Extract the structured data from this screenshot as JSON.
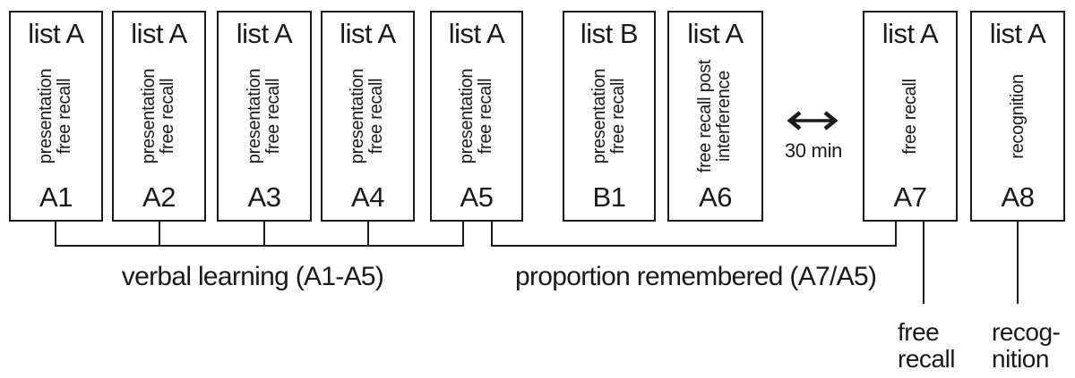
{
  "figure": {
    "stages": [
      {
        "list_label": "list A",
        "task_lines": [
          "presentation",
          "free recall"
        ],
        "trial_label": "A1"
      },
      {
        "list_label": "list A",
        "task_lines": [
          "presentation",
          "free recall"
        ],
        "trial_label": "A2"
      },
      {
        "list_label": "list A",
        "task_lines": [
          "presentation",
          "free recall"
        ],
        "trial_label": "A3"
      },
      {
        "list_label": "list A",
        "task_lines": [
          "presentation",
          "free recall"
        ],
        "trial_label": "A4"
      },
      {
        "list_label": "list A",
        "task_lines": [
          "presentation",
          "free recall"
        ],
        "trial_label": "A5"
      },
      {
        "list_label": "list B",
        "task_lines": [
          "presentation",
          "free recall"
        ],
        "trial_label": "B1"
      },
      {
        "list_label": "list A",
        "task_lines": [
          "free recall post",
          "interference"
        ],
        "trial_label": "A6"
      },
      {
        "list_label": "list A",
        "task_lines": [
          "free recall"
        ],
        "trial_label": "A7"
      },
      {
        "list_label": "list A",
        "task_lines": [
          "recognition"
        ],
        "trial_label": "A8"
      }
    ],
    "delay": {
      "label": "30 min",
      "icon": "double-arrow-icon"
    },
    "measures": {
      "verbal_learning": "verbal learning (A1-A5)",
      "proportion_remembered": "proportion remembered (A7/A5)"
    },
    "outcomes": {
      "free_recall_line1": "free",
      "free_recall_line2": "recall",
      "recognition_line1": "recog-",
      "recognition_line2": "nition"
    },
    "colors": {
      "ink": "#1a1a1a",
      "background": "#ffffff"
    }
  }
}
